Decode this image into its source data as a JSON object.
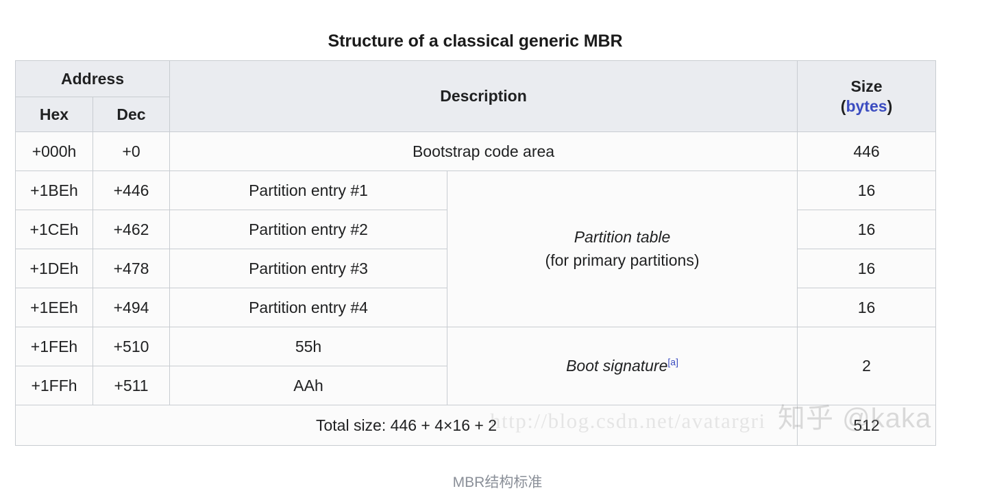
{
  "table": {
    "title": "Structure of a classical generic MBR",
    "headers": {
      "address": "Address",
      "hex": "Hex",
      "dec": "Dec",
      "description": "Description",
      "size_line1": "Size",
      "size_open_paren": "(",
      "size_bytes": "bytes",
      "size_close_paren": ")"
    },
    "rows": [
      {
        "hex": "+000h",
        "dec": "+0",
        "desc": "Bootstrap code area",
        "size": "446"
      },
      {
        "hex": "+1BEh",
        "dec": "+446",
        "desc": "Partition entry #1",
        "size": "16"
      },
      {
        "hex": "+1CEh",
        "dec": "+462",
        "desc": "Partition entry #2",
        "size": "16"
      },
      {
        "hex": "+1DEh",
        "dec": "+478",
        "desc": "Partition entry #3",
        "size": "16"
      },
      {
        "hex": "+1EEh",
        "dec": "+494",
        "desc": "Partition entry #4",
        "size": "16"
      },
      {
        "hex": "+1FEh",
        "dec": "+510",
        "desc": "55h",
        "size": "2"
      },
      {
        "hex": "+1FFh",
        "dec": "+511",
        "desc": "AAh",
        "size": "2"
      }
    ],
    "merged": {
      "partition_table_line1": "Partition table",
      "partition_table_line2": "(for primary partitions)",
      "boot_signature": "Boot signature",
      "boot_signature_ref": "[a]"
    },
    "footer": {
      "total_label": "Total size: 446 + 4×16 + 2",
      "total_size": "512"
    }
  },
  "caption": "MBR结构标准",
  "watermarks": {
    "zhihu": "知乎 @kaka",
    "url": "http://blog.csdn.net/avatargri"
  },
  "colors": {
    "link": "#3b4cc0",
    "header_bg": "#eaecf0",
    "cell_bg": "#fbfbfb",
    "border": "#c8ccd1",
    "caption": "#8a8f98"
  }
}
